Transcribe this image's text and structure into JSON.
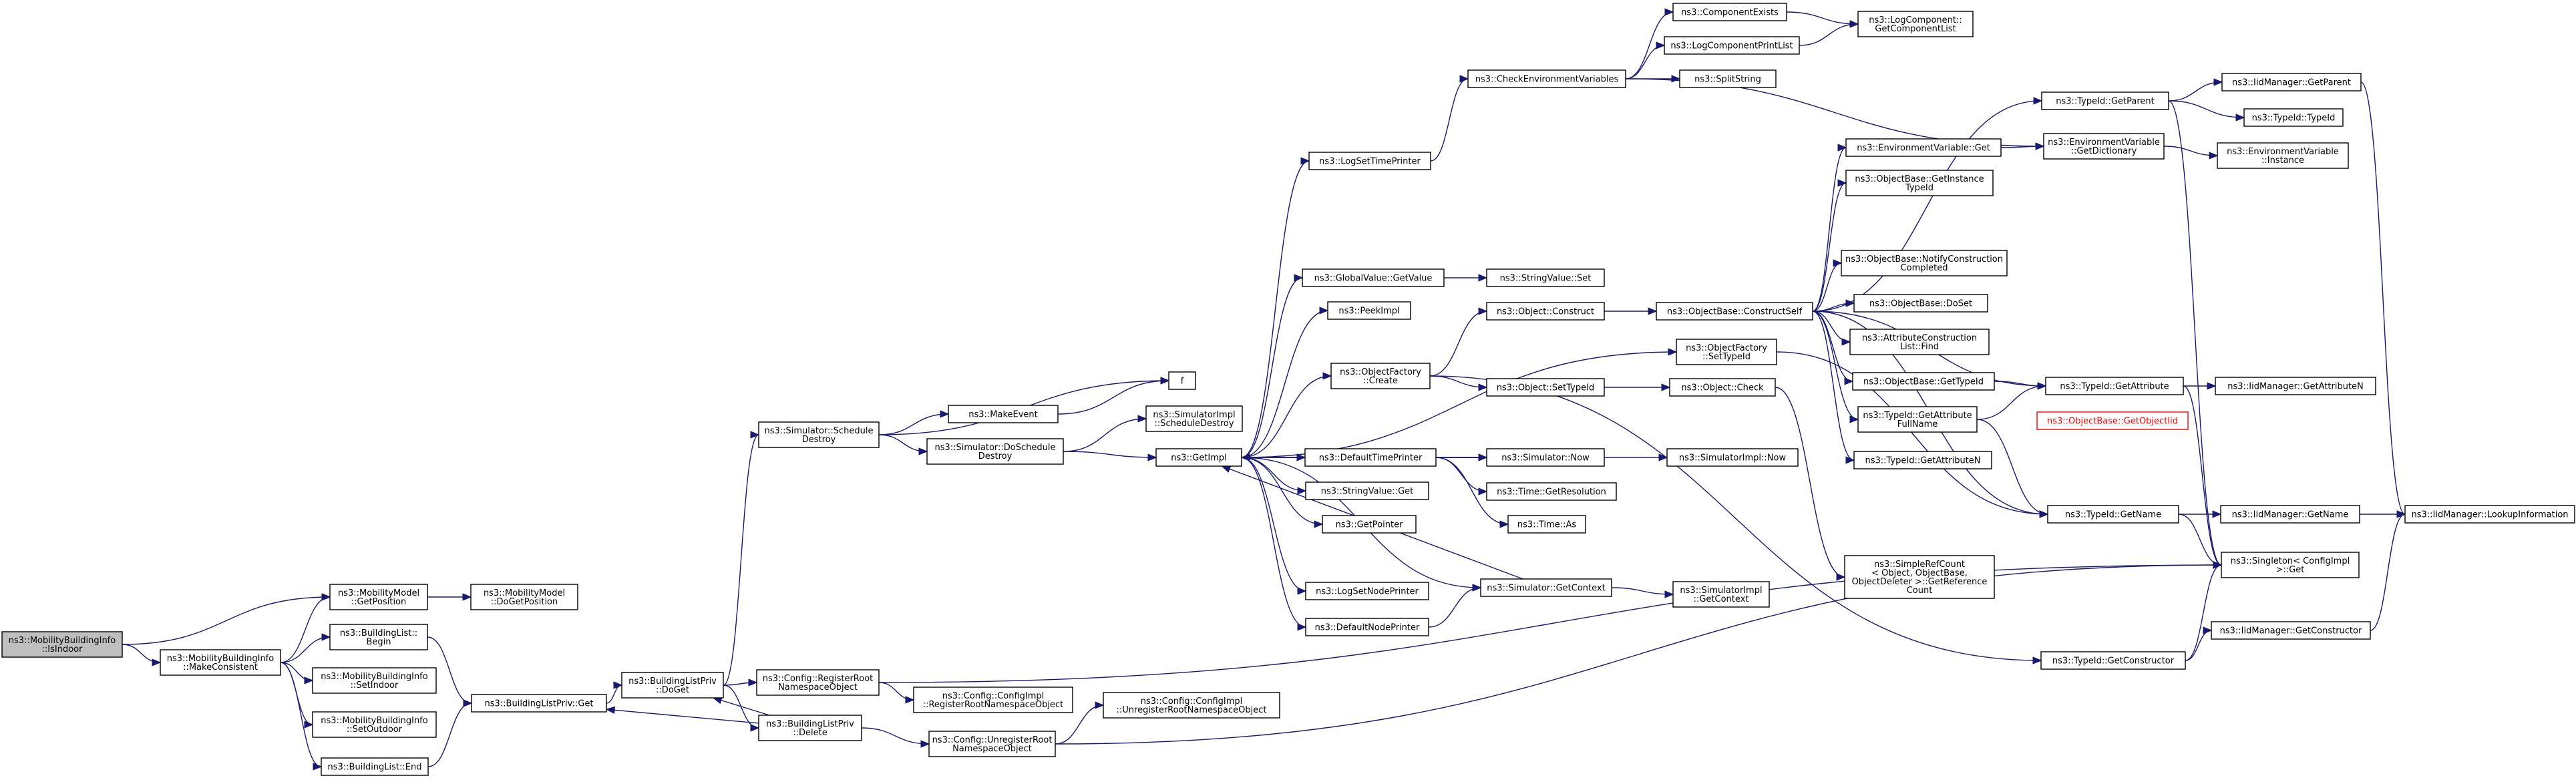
{
  "nodes": [
    {
      "id": "isindoor",
      "lines": [
        "ns3::MobilityBuildingInfo",
        "::IsIndoor"
      ],
      "root": true
    },
    {
      "id": "makeconsistent",
      "lines": [
        "ns3::MobilityBuildingInfo",
        "::MakeConsistent"
      ]
    },
    {
      "id": "getposition",
      "lines": [
        "ns3::MobilityModel",
        "::GetPosition"
      ]
    },
    {
      "id": "dogetposition",
      "lines": [
        "ns3::MobilityModel",
        "::DoGetPosition"
      ]
    },
    {
      "id": "blbegin",
      "lines": [
        "ns3::BuildingList::",
        "Begin"
      ]
    },
    {
      "id": "setindoor",
      "lines": [
        "ns3::MobilityBuildingInfo",
        "::SetIndoor"
      ]
    },
    {
      "id": "setoutdoor",
      "lines": [
        "ns3::MobilityBuildingInfo",
        "::SetOutdoor"
      ]
    },
    {
      "id": "blend",
      "lines": [
        "ns3::BuildingList::End"
      ]
    },
    {
      "id": "blpget",
      "lines": [
        "ns3::BuildingListPriv::Get"
      ]
    },
    {
      "id": "blpdoget",
      "lines": [
        "ns3::BuildingListPriv",
        "::DoGet"
      ]
    },
    {
      "id": "blpdelete",
      "lines": [
        "ns3::BuildingListPriv",
        "::Delete"
      ]
    },
    {
      "id": "regroot",
      "lines": [
        "ns3::Config::RegisterRoot",
        "NamespaceObject"
      ]
    },
    {
      "id": "implregroot",
      "lines": [
        "ns3::Config::ConfigImpl",
        "::RegisterRootNamespaceObject"
      ]
    },
    {
      "id": "unregroot",
      "lines": [
        "ns3::Config::UnregisterRoot",
        "NamespaceObject"
      ]
    },
    {
      "id": "implunregroot",
      "lines": [
        "ns3::Config::ConfigImpl",
        "::UnregisterRootNamespaceObject"
      ]
    },
    {
      "id": "scheduledestroy",
      "lines": [
        "ns3::Simulator::Schedule",
        "Destroy"
      ]
    },
    {
      "id": "makeevent",
      "lines": [
        "ns3::MakeEvent"
      ]
    },
    {
      "id": "f",
      "lines": [
        "f"
      ]
    },
    {
      "id": "doscheduledestroy",
      "lines": [
        "ns3::Simulator::DoSchedule",
        "Destroy"
      ]
    },
    {
      "id": "simimplscheduledestroy",
      "lines": [
        "ns3::SimulatorImpl",
        "::ScheduleDestroy"
      ]
    },
    {
      "id": "getimpl",
      "lines": [
        "ns3::GetImpl"
      ]
    },
    {
      "id": "logsettimeprinter",
      "lines": [
        "ns3::LogSetTimePrinter"
      ]
    },
    {
      "id": "checkenv",
      "lines": [
        "ns3::CheckEnvironmentVariables"
      ]
    },
    {
      "id": "componentexists",
      "lines": [
        "ns3::ComponentExists"
      ]
    },
    {
      "id": "logcompprintlist",
      "lines": [
        "ns3::LogComponentPrintList"
      ]
    },
    {
      "id": "splitstring",
      "lines": [
        "ns3::SplitString"
      ]
    },
    {
      "id": "getcomponentlist",
      "lines": [
        "ns3::LogComponent::",
        "GetComponentList"
      ]
    },
    {
      "id": "globalvaluegetvalue",
      "lines": [
        "ns3::GlobalValue::GetValue"
      ]
    },
    {
      "id": "stringvalueset",
      "lines": [
        "ns3::StringValue::Set"
      ]
    },
    {
      "id": "peekimpl",
      "lines": [
        "ns3::PeekImpl"
      ]
    },
    {
      "id": "objfactorycreate",
      "lines": [
        "ns3::ObjectFactory",
        "::Create"
      ]
    },
    {
      "id": "objectconstruct",
      "lines": [
        "ns3::Object::Construct"
      ]
    },
    {
      "id": "objectsettypeid",
      "lines": [
        "ns3::Object::SetTypeId"
      ]
    },
    {
      "id": "objectcheck",
      "lines": [
        "ns3::Object::Check"
      ]
    },
    {
      "id": "objfactorysettypeid",
      "lines": [
        "ns3::ObjectFactory",
        "::SetTypeId"
      ]
    },
    {
      "id": "constructself",
      "lines": [
        "ns3::ObjectBase::ConstructSelf"
      ]
    },
    {
      "id": "defaulttimeprinter",
      "lines": [
        "ns3::DefaultTimePrinter"
      ]
    },
    {
      "id": "simnow",
      "lines": [
        "ns3::Simulator::Now"
      ]
    },
    {
      "id": "simimplnow",
      "lines": [
        "ns3::SimulatorImpl::Now"
      ]
    },
    {
      "id": "timegetresolution",
      "lines": [
        "ns3::Time::GetResolution"
      ]
    },
    {
      "id": "timeas",
      "lines": [
        "ns3::Time::As"
      ]
    },
    {
      "id": "stringvalueget",
      "lines": [
        "ns3::StringValue::Get"
      ]
    },
    {
      "id": "getpointer",
      "lines": [
        "ns3::GetPointer"
      ]
    },
    {
      "id": "logsetnodeprinter",
      "lines": [
        "ns3::LogSetNodePrinter"
      ]
    },
    {
      "id": "simgetcontext",
      "lines": [
        "ns3::Simulator::GetContext"
      ]
    },
    {
      "id": "simimplgetcontext",
      "lines": [
        "ns3::SimulatorImpl",
        "::GetContext"
      ]
    },
    {
      "id": "defaultnodeprinter",
      "lines": [
        "ns3::DefaultNodePrinter"
      ]
    },
    {
      "id": "envvarget",
      "lines": [
        "ns3::EnvironmentVariable::Get"
      ]
    },
    {
      "id": "getinstancetypeid",
      "lines": [
        "ns3::ObjectBase::GetInstance",
        "TypeId"
      ]
    },
    {
      "id": "notifyconstruction",
      "lines": [
        "ns3::ObjectBase::NotifyConstruction",
        "Completed"
      ]
    },
    {
      "id": "doset",
      "lines": [
        "ns3::ObjectBase::DoSet"
      ]
    },
    {
      "id": "attrconstructionfind",
      "lines": [
        "ns3::AttributeConstruction",
        "List::Find"
      ]
    },
    {
      "id": "objbasegettypeid",
      "lines": [
        "ns3::ObjectBase::GetTypeId"
      ]
    },
    {
      "id": "getattributefullname",
      "lines": [
        "ns3::TypeId::GetAttribute",
        "FullName"
      ]
    },
    {
      "id": "getattributen",
      "lines": [
        "ns3::TypeId::GetAttributeN"
      ]
    },
    {
      "id": "typeidgetparent",
      "lines": [
        "ns3::TypeId::GetParent"
      ]
    },
    {
      "id": "iidgetparent",
      "lines": [
        "ns3::IidManager::GetParent"
      ]
    },
    {
      "id": "typeidtypeid",
      "lines": [
        "ns3::TypeId::TypeId"
      ]
    },
    {
      "id": "envgetdictionary",
      "lines": [
        "ns3::EnvironmentVariable",
        "::GetDictionary"
      ]
    },
    {
      "id": "envinstance",
      "lines": [
        "ns3::EnvironmentVariable",
        "::Instance"
      ]
    },
    {
      "id": "typeidgetattribute",
      "lines": [
        "ns3::TypeId::GetAttribute"
      ]
    },
    {
      "id": "iidgetattributen",
      "lines": [
        "ns3::IidManager::GetAttributeN"
      ]
    },
    {
      "id": "getobjectiid",
      "lines": [
        "ns3::ObjectBase::GetObjectIid"
      ],
      "red": true
    },
    {
      "id": "typeidgetname",
      "lines": [
        "ns3::TypeId::GetName"
      ]
    },
    {
      "id": "iidgetname",
      "lines": [
        "ns3::IidManager::GetName"
      ]
    },
    {
      "id": "lookupinformation",
      "lines": [
        "ns3::IidManager::LookupInformation"
      ]
    },
    {
      "id": "singletonget",
      "lines": [
        "ns3::Singleton< ConfigImpl",
        " >::Get"
      ]
    },
    {
      "id": "simplerefcount",
      "lines": [
        "ns3::SimpleRefCount",
        "< Object, ObjectBase,",
        " ObjectDeleter >::GetReference",
        "Count"
      ]
    },
    {
      "id": "typeidgetconstructor",
      "lines": [
        "ns3::TypeId::GetConstructor"
      ]
    },
    {
      "id": "iidgetconstructor",
      "lines": [
        "ns3::IidManager::GetConstructor"
      ]
    }
  ],
  "edges": [
    [
      "isindoor",
      "getposition"
    ],
    [
      "isindoor",
      "makeconsistent"
    ],
    [
      "makeconsistent",
      "getposition"
    ],
    [
      "makeconsistent",
      "blbegin"
    ],
    [
      "makeconsistent",
      "setindoor"
    ],
    [
      "makeconsistent",
      "setoutdoor"
    ],
    [
      "makeconsistent",
      "blend"
    ],
    [
      "getposition",
      "dogetposition"
    ],
    [
      "blbegin",
      "blpget"
    ],
    [
      "blend",
      "blpget"
    ],
    [
      "blpget",
      "blpdoget"
    ],
    [
      "blpdoget",
      "scheduledestroy"
    ],
    [
      "blpdoget",
      "regroot"
    ],
    [
      "blpdoget",
      "blpdelete"
    ],
    [
      "blpdelete",
      "blpdoget"
    ],
    [
      "blpdelete",
      "blpget"
    ],
    [
      "blpdelete",
      "unregroot"
    ],
    [
      "regroot",
      "implregroot"
    ],
    [
      "regroot",
      "singletonget"
    ],
    [
      "unregroot",
      "implunregroot"
    ],
    [
      "unregroot",
      "singletonget"
    ],
    [
      "scheduledestroy",
      "f"
    ],
    [
      "scheduledestroy",
      "makeevent"
    ],
    [
      "scheduledestroy",
      "doscheduledestroy"
    ],
    [
      "makeevent",
      "f"
    ],
    [
      "doscheduledestroy",
      "simimplscheduledestroy"
    ],
    [
      "doscheduledestroy",
      "getimpl"
    ],
    [
      "getimpl",
      "logsettimeprinter"
    ],
    [
      "getimpl",
      "globalvaluegetvalue"
    ],
    [
      "getimpl",
      "peekimpl"
    ],
    [
      "getimpl",
      "objfactorycreate"
    ],
    [
      "getimpl",
      "objfactorysettypeid"
    ],
    [
      "getimpl",
      "defaulttimeprinter"
    ],
    [
      "getimpl",
      "stringvalueget"
    ],
    [
      "getimpl",
      "getpointer"
    ],
    [
      "getimpl",
      "logsetnodeprinter"
    ],
    [
      "getimpl",
      "simgetcontext"
    ],
    [
      "getimpl",
      "defaultnodeprinter"
    ],
    [
      "getimpl",
      "simnow"
    ],
    [
      "logsettimeprinter",
      "checkenv"
    ],
    [
      "checkenv",
      "componentexists"
    ],
    [
      "checkenv",
      "logcompprintlist"
    ],
    [
      "checkenv",
      "splitstring"
    ],
    [
      "checkenv",
      "envgetdictionary"
    ],
    [
      "componentexists",
      "getcomponentlist"
    ],
    [
      "logcompprintlist",
      "getcomponentlist"
    ],
    [
      "globalvaluegetvalue",
      "stringvalueset"
    ],
    [
      "objfactorycreate",
      "objectconstruct"
    ],
    [
      "objfactorycreate",
      "objectsettypeid"
    ],
    [
      "objfactorycreate",
      "typeidgetconstructor"
    ],
    [
      "objectconstruct",
      "constructself"
    ],
    [
      "objectsettypeid",
      "objectcheck"
    ],
    [
      "objectcheck",
      "simplerefcount"
    ],
    [
      "objfactorysettypeid",
      "typeidgetname"
    ],
    [
      "defaulttimeprinter",
      "simnow"
    ],
    [
      "defaulttimeprinter",
      "timegetresolution"
    ],
    [
      "defaulttimeprinter",
      "timeas"
    ],
    [
      "simnow",
      "getimpl"
    ],
    [
      "simnow",
      "simimplnow"
    ],
    [
      "simgetcontext",
      "getimpl"
    ],
    [
      "simgetcontext",
      "simimplgetcontext"
    ],
    [
      "defaultnodeprinter",
      "simgetcontext"
    ],
    [
      "constructself",
      "envvarget"
    ],
    [
      "constructself",
      "getinstancetypeid"
    ],
    [
      "constructself",
      "notifyconstruction"
    ],
    [
      "constructself",
      "doset"
    ],
    [
      "constructself",
      "attrconstructionfind"
    ],
    [
      "constructself",
      "objbasegettypeid"
    ],
    [
      "constructself",
      "getattributefullname"
    ],
    [
      "constructself",
      "getattributen"
    ],
    [
      "constructself",
      "typeidgetparent"
    ],
    [
      "constructself",
      "typeidgetattribute"
    ],
    [
      "constructself",
      "typeidgetname"
    ],
    [
      "envvarget",
      "envgetdictionary"
    ],
    [
      "envgetdictionary",
      "envinstance"
    ],
    [
      "typeidgetparent",
      "iidgetparent"
    ],
    [
      "typeidgetparent",
      "typeidtypeid"
    ],
    [
      "typeidgetparent",
      "singletonget"
    ],
    [
      "iidgetparent",
      "lookupinformation"
    ],
    [
      "objbasegettypeid",
      "typeidgetattribute"
    ],
    [
      "getattributefullname",
      "typeidgetattribute"
    ],
    [
      "getattributefullname",
      "typeidgetname"
    ],
    [
      "typeidgetattribute",
      "iidgetattributen"
    ],
    [
      "typeidgetattribute",
      "singletonget"
    ],
    [
      "typeidgetname",
      "iidgetname"
    ],
    [
      "typeidgetname",
      "singletonget"
    ],
    [
      "iidgetname",
      "lookupinformation"
    ],
    [
      "typeidgetconstructor",
      "iidgetconstructor"
    ],
    [
      "typeidgetconstructor",
      "singletonget"
    ],
    [
      "iidgetconstructor",
      "lookupinformation"
    ]
  ]
}
